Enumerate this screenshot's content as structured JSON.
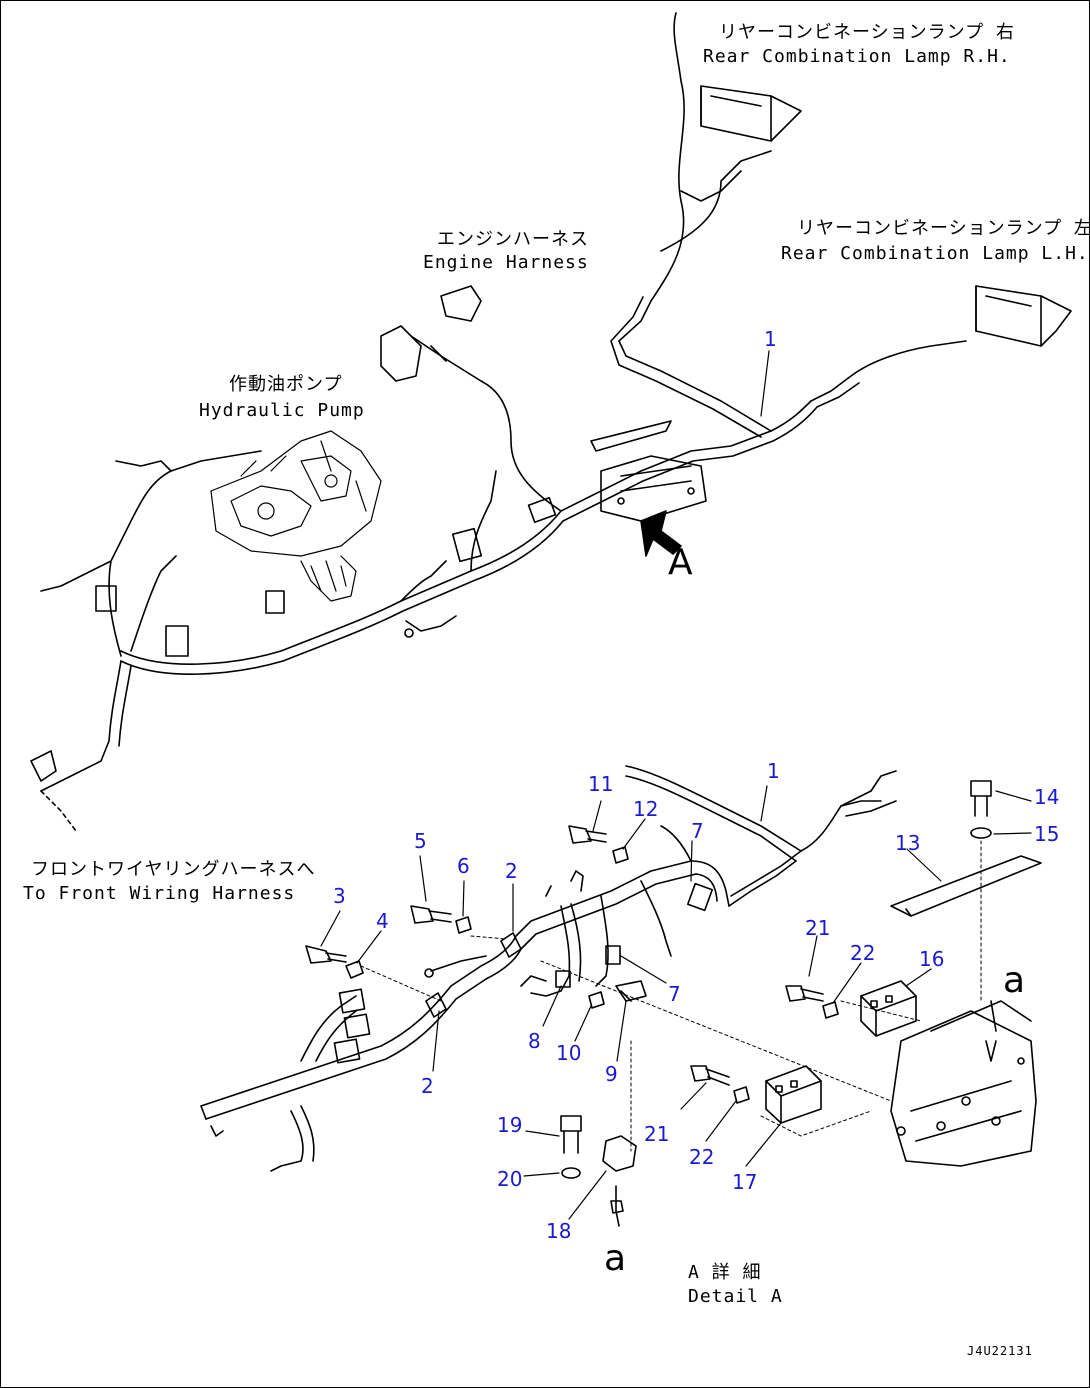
{
  "labels": {
    "rear_rh_jp": "リヤーコンビネーションランプ 右",
    "rear_rh_en": "Rear Combination Lamp R.H.",
    "rear_lh_jp": "リヤーコンビネーションランプ 左",
    "rear_lh_en": "Rear Combination Lamp L.H.",
    "engine_jp": "エンジンハーネス",
    "engine_en": "Engine Harness",
    "pump_jp": "作動油ポンプ",
    "pump_en": "Hydraulic Pump",
    "front_jp": "フロントワイヤリングハーネスへ",
    "front_en": "To Front Wiring Harness",
    "view_a": "A",
    "detail_jp": "A 詳 細",
    "detail_en": "Detail A",
    "ref_a_top": "a",
    "ref_a_bottom": "a",
    "drawing_code": "J4U22131"
  },
  "callouts": {
    "c1_top": "1",
    "c1_detail": "1",
    "c2_upper": "2",
    "c2_lower": "2",
    "c3": "3",
    "c4": "4",
    "c5": "5",
    "c6": "6",
    "c7_upper": "7",
    "c7_lower": "7",
    "c8": "8",
    "c9": "9",
    "c10": "10",
    "c11": "11",
    "c12": "12",
    "c13": "13",
    "c14": "14",
    "c15": "15",
    "c16": "16",
    "c17": "17",
    "c18": "18",
    "c19": "19",
    "c20": "20",
    "c21_right": "21",
    "c21_left": "21",
    "c22_right": "22",
    "c22_left": "22"
  },
  "colors": {
    "callout": "#1a1ad0",
    "line": "#000000",
    "background": "#ffffff"
  }
}
